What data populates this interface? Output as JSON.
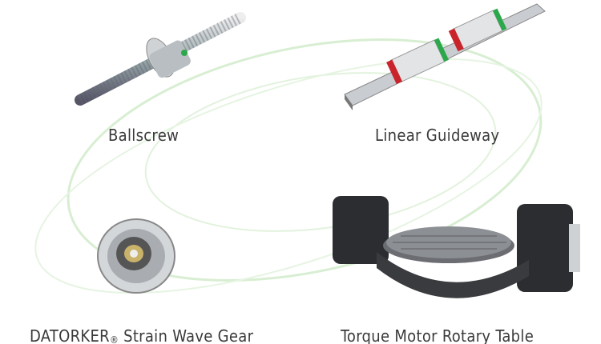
{
  "products": [
    {
      "name": "Ballscrew"
    },
    {
      "name": "Linear Guideway"
    },
    {
      "brand": "DATORKER",
      "mark": "®",
      "name": " Strain Wave Gear"
    },
    {
      "name": "Torque Motor Rotary Table"
    }
  ],
  "colors": {
    "orbit": "#cfe9c8",
    "text": "#3a3a3a",
    "guide_block": "#c9242b",
    "guide_seal": "#2aa84a"
  }
}
